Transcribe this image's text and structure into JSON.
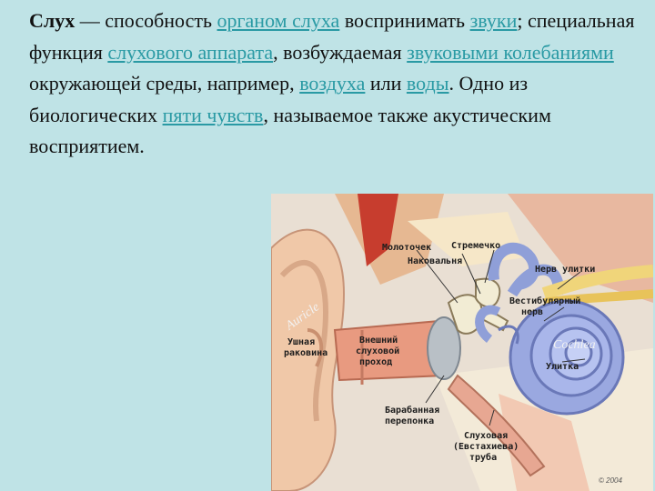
{
  "paragraph": [
    {
      "t": "Слух",
      "kind": "bold"
    },
    {
      "t": " — способность ",
      "kind": "plain"
    },
    {
      "t": "органом слуха",
      "kind": "link"
    },
    {
      "t": " воспринимать ",
      "kind": "plain"
    },
    {
      "t": "звуки",
      "kind": "link"
    },
    {
      "t": "; специальная функция ",
      "kind": "plain"
    },
    {
      "t": "слухового аппарата",
      "kind": "link"
    },
    {
      "t": ", возбуждаемая ",
      "kind": "plain"
    },
    {
      "t": "звуковыми колебаниями",
      "kind": "link"
    },
    {
      "t": " окружающей среды, например, ",
      "kind": "plain"
    },
    {
      "t": "воздуха",
      "kind": "link"
    },
    {
      "t": " или ",
      "kind": "plain"
    },
    {
      "t": "воды",
      "kind": "link"
    },
    {
      "t": ". Одно из биологических ",
      "kind": "plain"
    },
    {
      "t": "пяти чувств",
      "kind": "link"
    },
    {
      "t": ", называемое также акустическим восприятием.",
      "kind": "plain"
    }
  ],
  "figure": {
    "labels": {
      "malleus": "Молоточек",
      "stapes": "Стремечко",
      "incus": "Наковальня",
      "cochlear_nerve": "Нерв улитки",
      "vestibular_nerve_1": "Вестибулярный",
      "vestibular_nerve_2": "нерв",
      "auricle_latin": "Auricle",
      "auricle_1": "Ушная",
      "auricle_2": "раковина",
      "canal_1": "Внешний",
      "canal_2": "слуховой",
      "canal_3": "проход",
      "cochlea_latin": "Cochlea",
      "cochlea": "Улитка",
      "eardrum_1": "Барабанная",
      "eardrum_2": "перепонка",
      "tube_1": "Слуховая",
      "tube_2": "(Евстахиева)",
      "tube_3": "труба",
      "signature": "© 2004"
    }
  },
  "colors": {
    "background": "#bfe3e6",
    "link": "#2a9aa4",
    "skin": "#f0c8a8",
    "cochlea": "#9aa8e0",
    "canal": "#e89a80"
  }
}
